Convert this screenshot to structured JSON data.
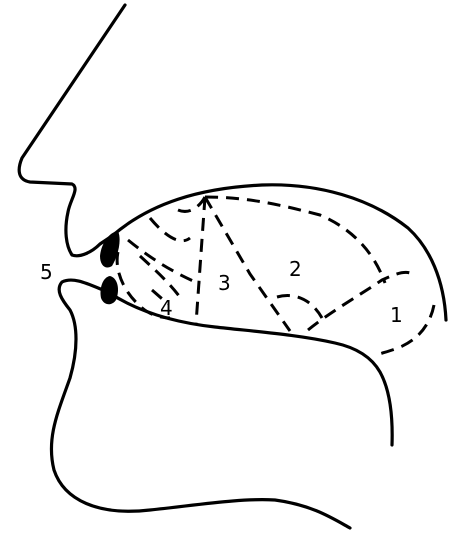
{
  "labels": {
    "region_1": "1",
    "region_2": "2",
    "region_3": "3",
    "region_4": "4",
    "region_5": "5"
  }
}
